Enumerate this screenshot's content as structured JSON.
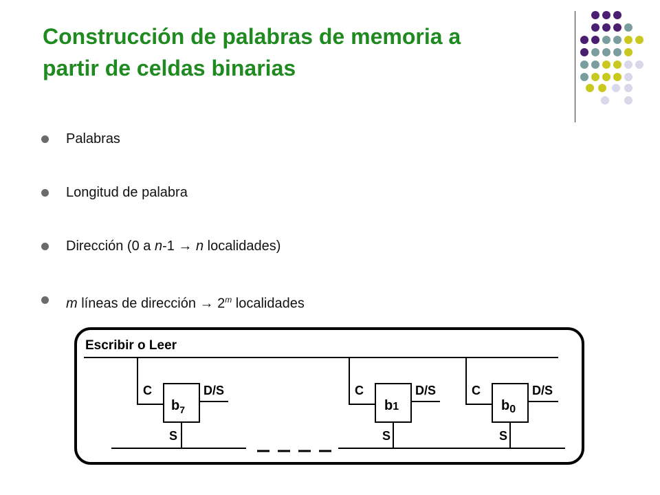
{
  "slide": {
    "title_line1": "Construcción de palabras de memoria a",
    "title_line2": "partir de celdas binarias"
  },
  "bullets": [
    {
      "text": "Palabras"
    },
    {
      "text": "Longitud de palabra"
    },
    {
      "pre": "Dirección (0 a ",
      "var1": "n",
      "mid": "-1  → ",
      "var2": "n",
      "post": " localidades)"
    },
    {
      "var1": "m",
      "mid": " líneas de dirección → 2",
      "sup": "m",
      "post": " localidades"
    }
  ],
  "diagram": {
    "bus_label": "Escribir o Leer",
    "cells": [
      {
        "name": "b",
        "sub": "7",
        "c": "C",
        "ds": "D/S",
        "s": "S"
      },
      {
        "name": "b",
        "sub": "1",
        "c": "C",
        "ds": "D/S",
        "s": "S"
      },
      {
        "name": "b",
        "sub": "0",
        "c": "C",
        "ds": "D/S",
        "s": "S"
      }
    ]
  },
  "colors": {
    "title": "#1f8a1f",
    "dot_purple": "#4b1f6f",
    "dot_teal": "#7a9e9f",
    "dot_yellow": "#c8c820",
    "dot_lavender": "#d8d8ea"
  }
}
